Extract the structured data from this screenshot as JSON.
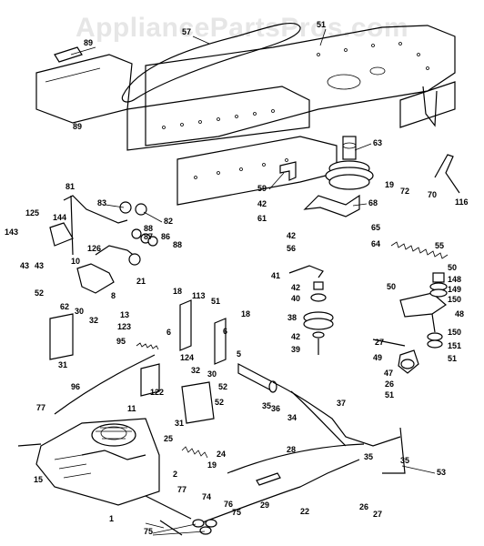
{
  "watermark": "AppliancePartsPros.com",
  "callouts": [
    {
      "id": "c57",
      "label": "57"
    },
    {
      "id": "c51a",
      "label": "51"
    },
    {
      "id": "c89a",
      "label": "89"
    },
    {
      "id": "c89b",
      "label": "89"
    },
    {
      "id": "c63",
      "label": "63"
    },
    {
      "id": "c59",
      "label": "59"
    },
    {
      "id": "c42a",
      "label": "42"
    },
    {
      "id": "c61a",
      "label": "61"
    },
    {
      "id": "c19",
      "label": "19"
    },
    {
      "id": "c72",
      "label": "72"
    },
    {
      "id": "c70",
      "label": "70"
    },
    {
      "id": "c116",
      "label": "116"
    },
    {
      "id": "c68",
      "label": "68"
    },
    {
      "id": "c42b",
      "label": "42"
    },
    {
      "id": "c56",
      "label": "56"
    },
    {
      "id": "c65",
      "label": "65"
    },
    {
      "id": "c64",
      "label": "64"
    },
    {
      "id": "c55",
      "label": "55"
    },
    {
      "id": "c81",
      "label": "81"
    },
    {
      "id": "c83",
      "label": "83"
    },
    {
      "id": "c82",
      "label": "82"
    },
    {
      "id": "c125",
      "label": "125"
    },
    {
      "id": "c144",
      "label": "144"
    },
    {
      "id": "c88a",
      "label": "88"
    },
    {
      "id": "c87",
      "label": "87"
    },
    {
      "id": "c86",
      "label": "86"
    },
    {
      "id": "c88b",
      "label": "88"
    },
    {
      "id": "c143",
      "label": "143"
    },
    {
      "id": "c126",
      "label": "126"
    },
    {
      "id": "c43a",
      "label": "43"
    },
    {
      "id": "c43b",
      "label": "43"
    },
    {
      "id": "c10",
      "label": "10"
    },
    {
      "id": "c21",
      "label": "21"
    },
    {
      "id": "c8",
      "label": "8"
    },
    {
      "id": "c41",
      "label": "41"
    },
    {
      "id": "c42c",
      "label": "42"
    },
    {
      "id": "c40",
      "label": "40"
    },
    {
      "id": "c38",
      "label": "38"
    },
    {
      "id": "c42d",
      "label": "42"
    },
    {
      "id": "c39",
      "label": "39"
    },
    {
      "id": "c50a",
      "label": "50"
    },
    {
      "id": "c50b",
      "label": "50"
    },
    {
      "id": "c148",
      "label": "148"
    },
    {
      "id": "c149",
      "label": "149"
    },
    {
      "id": "c150a",
      "label": "150"
    },
    {
      "id": "c48",
      "label": "48"
    },
    {
      "id": "c150b",
      "label": "150"
    },
    {
      "id": "c151",
      "label": "151"
    },
    {
      "id": "c27a",
      "label": "27"
    },
    {
      "id": "c49",
      "label": "49"
    },
    {
      "id": "c47",
      "label": "47"
    },
    {
      "id": "c51b",
      "label": "51"
    },
    {
      "id": "c26a",
      "label": "26"
    },
    {
      "id": "c51c",
      "label": "51"
    },
    {
      "id": "c52a",
      "label": "52"
    },
    {
      "id": "c62",
      "label": "62"
    },
    {
      "id": "c30a",
      "label": "30"
    },
    {
      "id": "c32a",
      "label": "32"
    },
    {
      "id": "c31a",
      "label": "31"
    },
    {
      "id": "c18a",
      "label": "18"
    },
    {
      "id": "c113",
      "label": "113"
    },
    {
      "id": "c51d",
      "label": "51"
    },
    {
      "id": "c6a",
      "label": "6"
    },
    {
      "id": "c18b",
      "label": "18"
    },
    {
      "id": "c13",
      "label": "13"
    },
    {
      "id": "c123",
      "label": "123"
    },
    {
      "id": "c95",
      "label": "95"
    },
    {
      "id": "c6b",
      "label": "6"
    },
    {
      "id": "c124",
      "label": "124"
    },
    {
      "id": "c5",
      "label": "5"
    },
    {
      "id": "c96",
      "label": "96"
    },
    {
      "id": "c11",
      "label": "11"
    },
    {
      "id": "c122",
      "label": "122"
    },
    {
      "id": "c32b",
      "label": "32"
    },
    {
      "id": "c30b",
      "label": "30"
    },
    {
      "id": "c52b",
      "label": "52"
    },
    {
      "id": "c31b",
      "label": "31"
    },
    {
      "id": "c52c",
      "label": "52"
    },
    {
      "id": "c35a",
      "label": "35"
    },
    {
      "id": "c36",
      "label": "36"
    },
    {
      "id": "c34",
      "label": "34"
    },
    {
      "id": "c37",
      "label": "37"
    },
    {
      "id": "c77a",
      "label": "77"
    },
    {
      "id": "c15",
      "label": "15"
    },
    {
      "id": "c25",
      "label": "25"
    },
    {
      "id": "c24",
      "label": "24"
    },
    {
      "id": "c19b",
      "label": "19"
    },
    {
      "id": "c28",
      "label": "28"
    },
    {
      "id": "c35b",
      "label": "35"
    },
    {
      "id": "c35c",
      "label": "35"
    },
    {
      "id": "c2",
      "label": "2"
    },
    {
      "id": "c77b",
      "label": "77"
    },
    {
      "id": "c74",
      "label": "74"
    },
    {
      "id": "c1",
      "label": "1"
    },
    {
      "id": "c29",
      "label": "29"
    },
    {
      "id": "c22",
      "label": "22"
    },
    {
      "id": "c53",
      "label": "53"
    },
    {
      "id": "c26b",
      "label": "26"
    },
    {
      "id": "c27b",
      "label": "27"
    },
    {
      "id": "c76",
      "label": "76"
    },
    {
      "id": "c75a",
      "label": "75"
    },
    {
      "id": "c75b",
      "label": "75"
    }
  ]
}
